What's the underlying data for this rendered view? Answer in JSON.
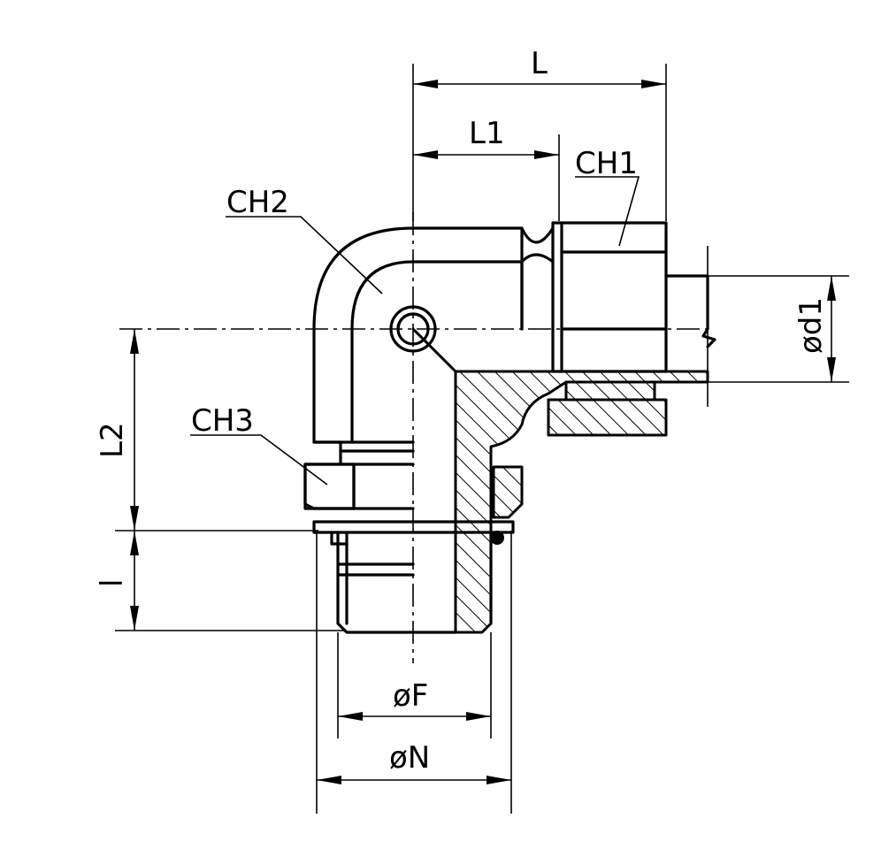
{
  "labels": {
    "L": "L",
    "L1": "L1",
    "L2": "L2",
    "l": "l",
    "CH1": "CH1",
    "CH2": "CH2",
    "CH3": "CH3",
    "d1": "ød1",
    "F": "øF",
    "N": "øN"
  }
}
